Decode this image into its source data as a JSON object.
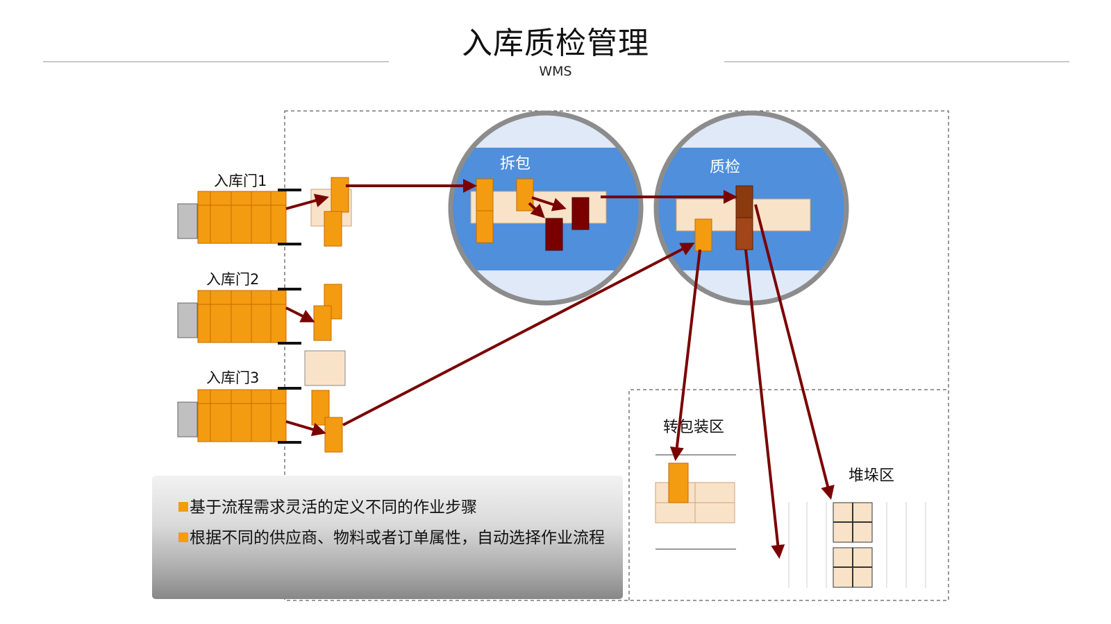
{
  "header": {
    "title": "入库质检管理",
    "subtitle": "WMS"
  },
  "doors": [
    {
      "label": "入库门1"
    },
    {
      "label": "入库门2"
    },
    {
      "label": "入库门3"
    }
  ],
  "stations": [
    {
      "label": "拆包"
    },
    {
      "label": "质检"
    }
  ],
  "zones": [
    {
      "label": "转包装区"
    },
    {
      "label": "堆垛区"
    }
  ],
  "bullets": [
    {
      "text": "基于流程需求灵活的定义不同的作业步骤"
    },
    {
      "text": "根据不同的供应商、物料或者订单属性，自动选择作业流程"
    }
  ],
  "colors": {
    "truck_orange": "#f39c12",
    "box_outline": "#c46a00",
    "pallet_beige": "#f9e3c8",
    "arrow_darkred": "#7a0000",
    "belt_blue": "#4f8fdc",
    "circle_gray": "#8c8c8c",
    "inspected_brown": "#8b3a0f"
  }
}
